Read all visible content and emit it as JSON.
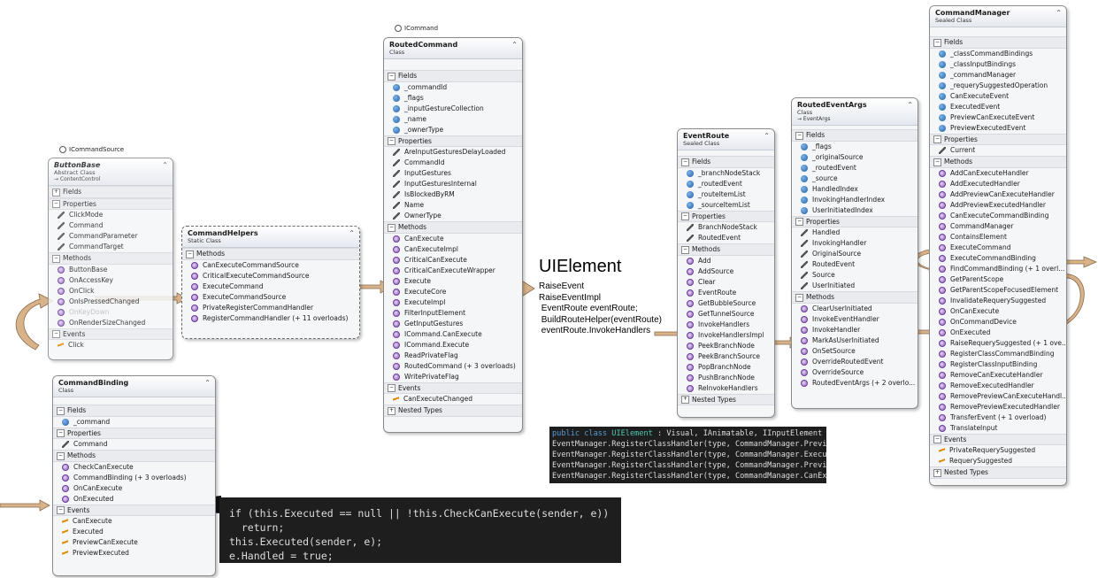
{
  "boxes": {
    "buttonbase": {
      "interface": "ICommandSource",
      "title": "ButtonBase",
      "kind": "Abstract Class",
      "base": "→ ContentControl",
      "sec_fields": "Fields",
      "sec_props": "Properties",
      "sec_methods": "Methods",
      "sec_events": "Events",
      "props": [
        "ClickMode",
        "Command",
        "CommandParameter",
        "CommandTarget"
      ],
      "methods": [
        "ButtonBase",
        "OnAccessKey",
        "OnClick",
        "OnIsPressedChanged",
        "OnKeyDown",
        "OnRenderSizeChanged"
      ],
      "events": [
        "Click"
      ]
    },
    "commandhelpers": {
      "title": "CommandHelpers",
      "kind": "Static Class",
      "sec_methods": "Methods",
      "methods": [
        "CanExecuteCommandSource",
        "CriticalExecuteCommandSource",
        "ExecuteCommand",
        "ExecuteCommandSource",
        "PrivateRegisterCommandHandler",
        "RegisterCommandHandler (+ 11 overloads)"
      ]
    },
    "routedcommand": {
      "interface": "ICommand",
      "title": "RoutedCommand",
      "kind": "Class",
      "sec_fields": "Fields",
      "sec_props": "Properties",
      "sec_methods": "Methods",
      "sec_events": "Events",
      "sec_nested": "Nested Types",
      "fields": [
        "_commandId",
        "_flags",
        "_inputGestureCollection",
        "_name",
        "_ownerType"
      ],
      "props": [
        "AreInputGesturesDelayLoaded",
        "CommandId",
        "InputGestures",
        "InputGesturesInternal",
        "IsBlockedByRM",
        "Name",
        "OwnerType"
      ],
      "methods": [
        "CanExecute",
        "CanExecuteImpl",
        "CriticalCanExecute",
        "CriticalCanExecuteWrapper",
        "Execute",
        "ExecuteCore",
        "ExecuteImpl",
        "FilterInputElement",
        "GetInputGestures",
        "ICommand.CanExecute",
        "ICommand.Execute",
        "ReadPrivateFlag",
        "RoutedCommand (+ 3 overloads)",
        "WritePrivateFlag"
      ],
      "events": [
        "CanExecuteChanged"
      ]
    },
    "commandbinding": {
      "title": "CommandBinding",
      "kind": "Class",
      "sec_fields": "Fields",
      "sec_props": "Properties",
      "sec_methods": "Methods",
      "sec_events": "Events",
      "fields": [
        "_command"
      ],
      "props": [
        "Command"
      ],
      "methods": [
        "CheckCanExecute",
        "CommandBinding (+ 3 overloads)",
        "OnCanExecute",
        "OnExecuted"
      ],
      "events": [
        "CanExecute",
        "Executed",
        "PreviewCanExecute",
        "PreviewExecuted"
      ]
    },
    "eventroute": {
      "title": "EventRoute",
      "kind": "Sealed Class",
      "sec_fields": "Fields",
      "sec_props": "Properties",
      "sec_methods": "Methods",
      "sec_nested": "Nested Types",
      "fields": [
        "_branchNodeStack",
        "_routedEvent",
        "_routeItemList",
        "_sourceItemList"
      ],
      "props": [
        "BranchNodeStack",
        "RoutedEvent"
      ],
      "methods": [
        "Add",
        "AddSource",
        "Clear",
        "EventRoute",
        "GetBubbleSource",
        "GetTunnelSource",
        "InvokeHandlers",
        "InvokeHandlersImpl",
        "PeekBranchNode",
        "PeekBranchSource",
        "PopBranchNode",
        "PushBranchNode",
        "ReInvokeHandlers"
      ]
    },
    "routedeventargs": {
      "title": "RoutedEventArgs",
      "kind": "Class",
      "base": "→ EventArgs",
      "sec_fields": "Fields",
      "sec_props": "Properties",
      "sec_methods": "Methods",
      "fields": [
        "_flags",
        "_originalSource",
        "_routedEvent",
        "_source",
        "HandledIndex",
        "InvokingHandlerIndex",
        "UserInitiatedIndex"
      ],
      "props": [
        "Handled",
        "InvokingHandler",
        "OriginalSource",
        "RoutedEvent",
        "Source",
        "UserInitiated"
      ],
      "methods": [
        "ClearUserInitiated",
        "InvokeEventHandler",
        "InvokeHandler",
        "MarkAsUserInitiated",
        "OnSetSource",
        "OverrideRoutedEvent",
        "OverrideSource",
        "RoutedEventArgs (+ 2 overlo..."
      ]
    },
    "commandmanager": {
      "title": "CommandManager",
      "kind": "Sealed Class",
      "sec_fields": "Fields",
      "sec_props": "Properties",
      "sec_methods": "Methods",
      "sec_events": "Events",
      "sec_nested": "Nested Types",
      "fields": [
        "_classCommandBindings",
        "_classInputBindings",
        "_commandManager",
        "_requerySuggestedOperation",
        "CanExecuteEvent",
        "ExecutedEvent",
        "PreviewCanExecuteEvent",
        "PreviewExecutedEvent"
      ],
      "props": [
        "Current"
      ],
      "methods": [
        "AddCanExecuteHandler",
        "AddExecutedHandler",
        "AddPreviewCanExecuteHandler",
        "AddPreviewExecutedHandler",
        "CanExecuteCommandBinding",
        "CommandManager",
        "ContainsElement",
        "ExecuteCommand",
        "ExecuteCommandBinding",
        "FindCommandBinding (+ 1 overl...",
        "GetParentScope",
        "GetParentScopeFocusedElement",
        "InvalidateRequerySuggested",
        "OnCanExecute",
        "OnCommandDevice",
        "OnExecuted",
        "RaiseRequerySuggested (+ 1 ove...",
        "RegisterClassCommandBinding",
        "RegisterClassInputBinding",
        "RemoveCanExecuteHandler",
        "RemoveExecutedHandler",
        "RemovePreviewCanExecuteHandl...",
        "RemovePreviewExecutedHandler",
        "TransferEvent (+ 1 overload)",
        "TranslateInput"
      ],
      "events": [
        "PrivateRequerySuggested",
        "RequerySuggested"
      ]
    }
  },
  "uielement": {
    "title": "UIElement",
    "lines": [
      "RaiseEvent",
      "RaiseEventImpl",
      " EventRoute eventRoute;",
      " BuildRouteHelper(eventRoute)",
      " eventRoute.InvokeHandlers"
    ]
  },
  "code_uielement": {
    "decl_kw": "public class ",
    "decl_name": "UIElement",
    "decl_rest": " : Visual, IAnimatable, IInputElement",
    "lines": [
      "EventManager.RegisterClassHandler(type, CommandManager.PreviewExecutedEvent, (Dele",
      "EventManager.RegisterClassHandler(type, CommandManager.ExecutedEvent, (Delegate) n",
      "EventManager.RegisterClassHandler(type, CommandManager.PreviewCanExecuteEvent, (De",
      "EventManager.RegisterClassHandler(type, CommandManager.CanExecuteEvent, (Delegate)"
    ]
  },
  "code_onexecuted": {
    "lines": [
      "if (this.Executed == null || !this.CheckCanExecute(sender, e))",
      "  return;",
      "this.Executed(sender, e);",
      "e.Handled = true;"
    ]
  },
  "colors": {
    "arrow": "#d8b38a",
    "arrow_stroke": "#8a6a4a",
    "code_bg": "#1e1e1e",
    "keyword": "#569cd6"
  }
}
